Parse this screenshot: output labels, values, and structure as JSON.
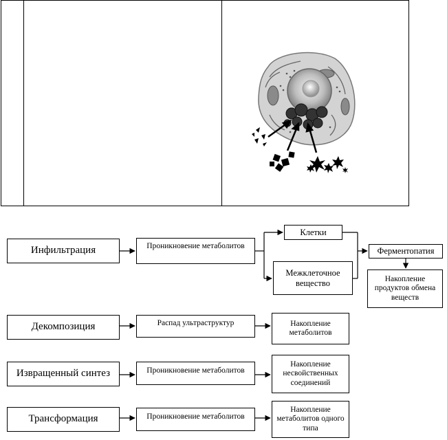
{
  "categories": [
    {
      "name": "Инфильтрация",
      "process": "Проникновение метаболитов"
    },
    {
      "name": "Декомпозиция",
      "process": "Распад ультраструктур",
      "result": "Накопление метаболитов"
    },
    {
      "name": "Извращенный синтез",
      "process": "Проникновение метаболитов",
      "result": "Накопление несвойственных соединений"
    },
    {
      "name": "Трансформация",
      "process": "Проникновение метаболитов",
      "result": "Накопление метаболитов одного типа"
    }
  ],
  "branches": {
    "cells": "Клетки",
    "intercellular": "Межклеточное вещество"
  },
  "enzymopathy": {
    "label": "Ферментопатия",
    "result": "Накопление продуктов обмена веществ"
  },
  "figure": {
    "alt_icon": "cell-illustration-icon"
  }
}
